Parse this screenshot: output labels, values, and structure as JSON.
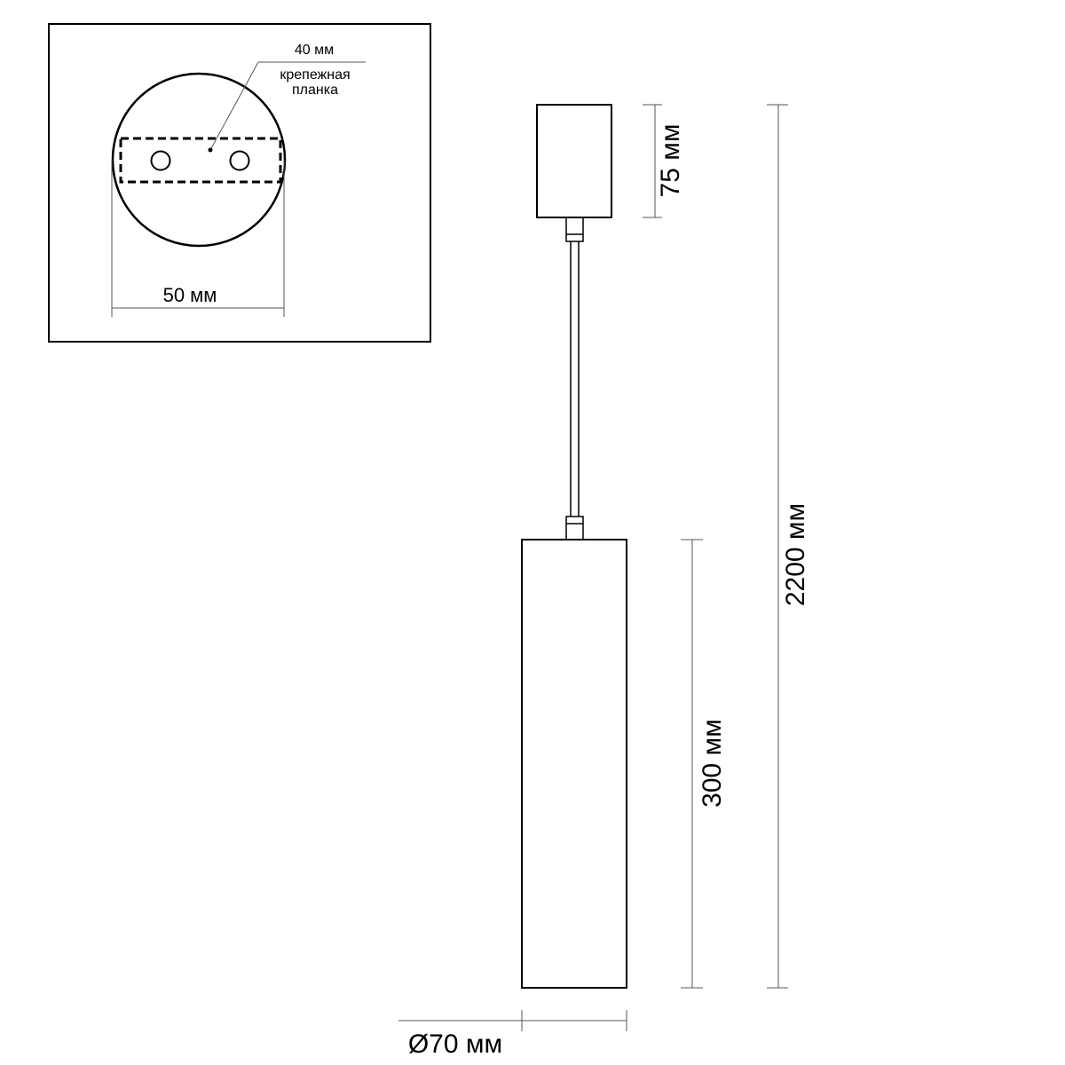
{
  "detail_view": {
    "plate_width_label": "40 мм",
    "plate_name_line1": "крепежная",
    "plate_name_line2": "планка",
    "canopy_diameter_label": "50 мм"
  },
  "lamp_view": {
    "canopy_height_label": "75 мм",
    "total_height_label": "2200 мм",
    "shade_height_label": "300 мм",
    "shade_diameter_label": "Ø70 мм"
  },
  "colors": {
    "line": "#000000",
    "dimension_line": "#555555",
    "background": "#ffffff"
  }
}
